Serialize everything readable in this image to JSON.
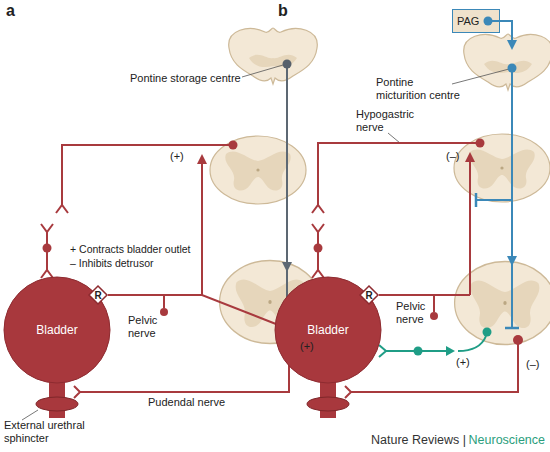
{
  "diagram": {
    "nodes": [
      {
        "text": [
          "Bladder"
        ]
      },
      {
        "text": [
          "R"
        ],
        "in": 0
      },
      {
        "text": [
          "PAG"
        ]
      },
      {
        "text": [
          "Bladder"
        ]
      },
      {
        "text": [
          "R"
        ],
        "in": 3
      }
    ],
    "labels": [
      "a",
      "Pontine storage centre",
      "(+)",
      "+ Contracts bladder outlet",
      "– Inhibits detrusor",
      "Pelvic nerve",
      "(+)",
      "External urethral sphincter",
      "Pudendal nerve",
      "b",
      "Pontine micturition centre",
      "Hypogastric nerve",
      "(–)",
      "Pelvic nerve",
      "(+)",
      "(–)",
      "Nature Reviews |",
      "Neuroscience"
    ]
  }
}
